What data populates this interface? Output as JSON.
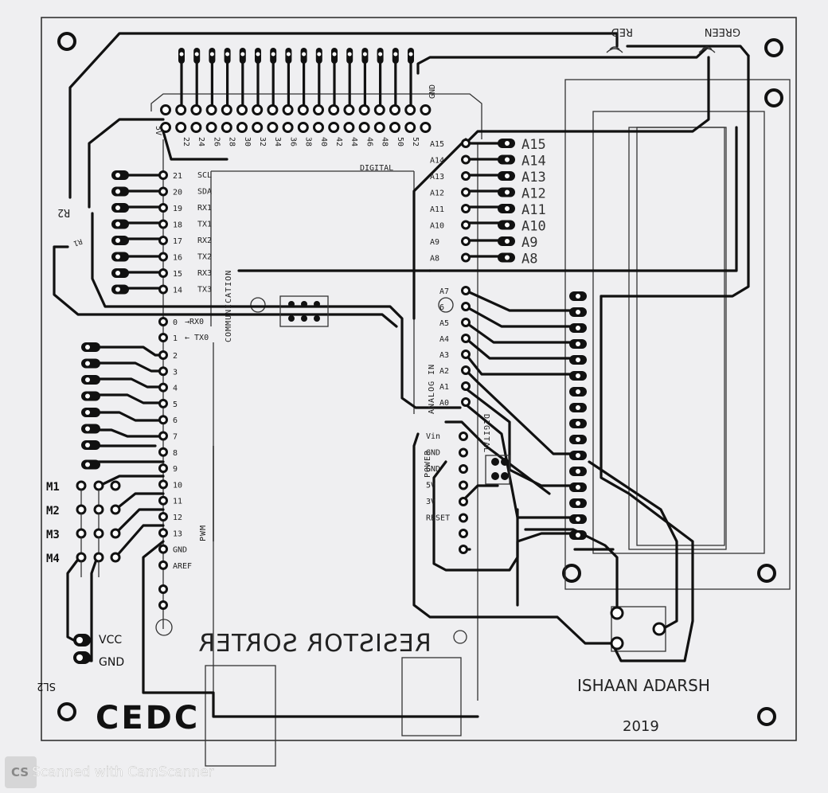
{
  "board": {
    "title": "RESISTOR SORTER",
    "logo": "CEDC",
    "author": "ISHAAN ADARSH",
    "year": "2019",
    "watermark": "Scanned with CamScanner",
    "watermark_badge": "CS"
  },
  "leds": {
    "red": "RED",
    "green": "GREEN"
  },
  "digital_header": {
    "label": "DIGITAL",
    "pins": [
      "22",
      "24",
      "26",
      "28",
      "30",
      "32",
      "34",
      "36",
      "38",
      "40",
      "42",
      "44",
      "46",
      "48",
      "50",
      "52"
    ],
    "gnd": "GND",
    "five_v": "5V"
  },
  "communication": {
    "label": "COMMUNICATION",
    "pins": [
      {
        "num": "21",
        "name": "SCL"
      },
      {
        "num": "20",
        "name": "SDA"
      },
      {
        "num": "19",
        "name": "RX1"
      },
      {
        "num": "18",
        "name": "TX1"
      },
      {
        "num": "17",
        "name": "RX2"
      },
      {
        "num": "16",
        "name": "TX2"
      },
      {
        "num": "15",
        "name": "RX3"
      },
      {
        "num": "14",
        "name": "TX3"
      }
    ]
  },
  "serial_pins": [
    {
      "num": "0",
      "name": "→RX0"
    },
    {
      "num": "1",
      "name": "← TX0"
    }
  ],
  "pwm": {
    "label": "PWM",
    "pins": [
      "2",
      "3",
      "4",
      "5",
      "6",
      "7",
      "8",
      "9",
      "10",
      "11",
      "12",
      "13",
      "GND",
      "AREF"
    ]
  },
  "motors": [
    "M1",
    "M2",
    "M3",
    "M4"
  ],
  "sl2": {
    "label": "SL2",
    "vcc": "VCC",
    "gnd": "GND"
  },
  "r2_label": "R2",
  "r1_label": "R1",
  "analog_high": {
    "pins": [
      "A15",
      "A14",
      "A13",
      "A12",
      "A11",
      "A10",
      "A9",
      "A8"
    ]
  },
  "analog_in": {
    "label": "ANALOG IN",
    "pins": [
      "A7",
      "6",
      "A5",
      "A4",
      "A3",
      "A2",
      "A1",
      "A0"
    ]
  },
  "power": {
    "label": "POWER",
    "pins": [
      "Vin",
      "GND",
      "GND",
      "5V",
      "3V",
      "RESET"
    ]
  },
  "digital_side_label": "DIGITAL"
}
